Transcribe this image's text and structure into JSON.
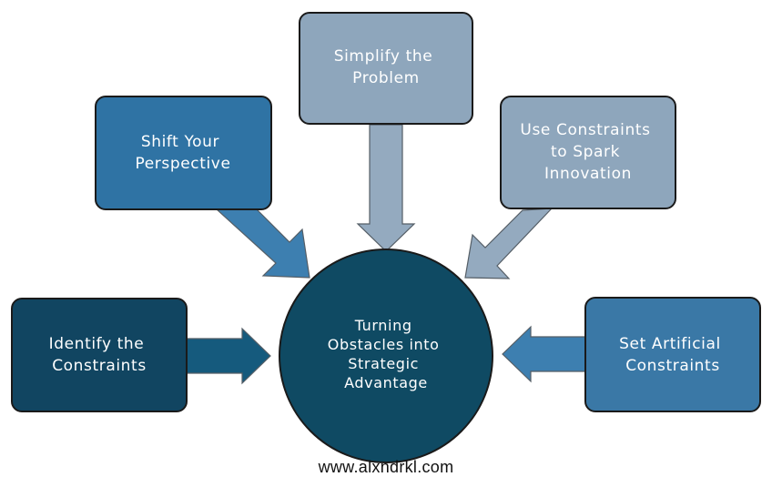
{
  "center": {
    "lines": [
      "Turning",
      "Obstacles into",
      "Strategic",
      "Advantage"
    ],
    "color": "#0f4a63"
  },
  "nodes": [
    {
      "id": "simplify",
      "lines": [
        "Simplify the",
        "Problem"
      ],
      "color": "#8ea6bc"
    },
    {
      "id": "shift",
      "lines": [
        "Shift Your",
        "Perspective"
      ],
      "color": "#2f73a4"
    },
    {
      "id": "constraints-innovation",
      "lines": [
        "Use Constraints",
        "to Spark",
        "Innovation"
      ],
      "color": "#8ea6bc"
    },
    {
      "id": "identify",
      "lines": [
        "Identify the",
        "Constraints"
      ],
      "color": "#114561"
    },
    {
      "id": "artificial",
      "lines": [
        "Set Artificial",
        "Constraints"
      ],
      "color": "#3a78a6"
    }
  ],
  "arrows": {
    "light": "#94aabf",
    "medium": "#3d7fb0",
    "dark": "#155a7d"
  },
  "footer": "www.alxndrkl.com"
}
